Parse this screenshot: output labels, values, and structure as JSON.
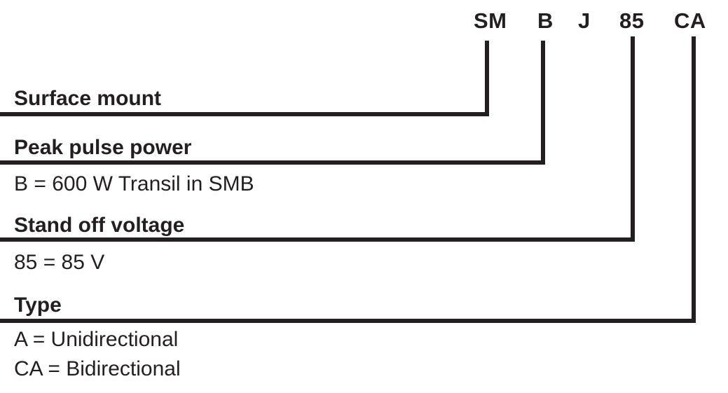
{
  "part_number": {
    "label": "part-number-breakdown",
    "segments": [
      {
        "code": "SM",
        "has_leader": true
      },
      {
        "code": "B",
        "has_leader": true
      },
      {
        "code": "J",
        "has_leader": false
      },
      {
        "code": "85",
        "has_leader": true
      },
      {
        "code": "CA",
        "has_leader": true
      }
    ]
  },
  "legend": {
    "surface_mount": {
      "heading": "Surface mount",
      "descriptions": []
    },
    "peak_pulse_power": {
      "heading": "Peak pulse power",
      "descriptions": [
        "B = 600 W Transil in SMB"
      ]
    },
    "stand_off_voltage": {
      "heading": "Stand off voltage",
      "descriptions": [
        "85 = 85 V"
      ]
    },
    "type": {
      "heading": "Type",
      "descriptions": [
        "A = Unidirectional",
        "CA = Bidirectional"
      ]
    }
  },
  "colors": {
    "ink": "#231f20",
    "background": "#ffffff"
  }
}
